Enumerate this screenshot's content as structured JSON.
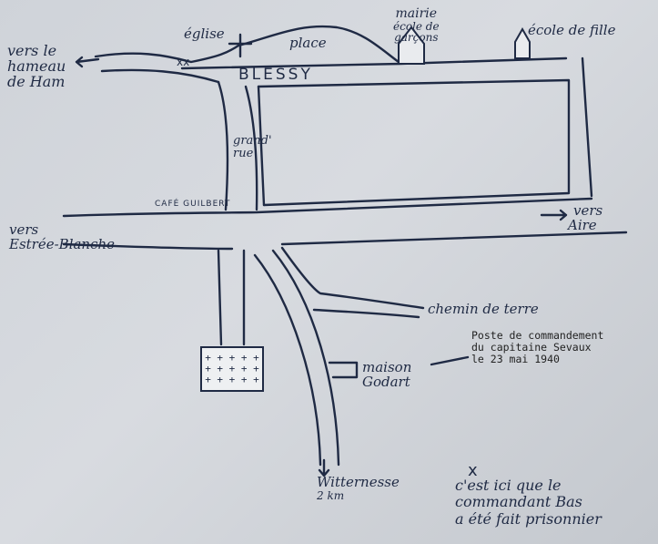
{
  "map": {
    "village": "BLESSY",
    "church": "église",
    "square": "place",
    "town_hall": [
      "mairie",
      "école de",
      "garçons"
    ],
    "girls_school": "école de fille",
    "to_hamlet": [
      "vers le",
      "hameau",
      "de Ham"
    ],
    "main_street": [
      "grand'",
      "rue"
    ],
    "cafe": "CAFÉ GUILBERT",
    "to_estree": [
      "vers",
      "Estrée-Blanche"
    ],
    "to_aire": [
      "vers",
      "Aire"
    ],
    "dirt_road": "chemin de terre",
    "command_post": [
      "Poste de commandement",
      "du capitaine Sevaux",
      "le 23 mai 1940"
    ],
    "house": [
      "maison",
      "Godart"
    ],
    "witternesse": [
      "Witternesse",
      "2 km"
    ],
    "capture_note": [
      "c'est ici que le",
      "commandant Bas",
      "a été fait prisonnier"
    ],
    "marks": {
      "cross": "x",
      "double_cross": "xx",
      "church_cross": "+"
    },
    "cemetery_graves": "+ + + + +\n+ + + + +\n+ + + + +",
    "ink_color": "#1f2a44",
    "paper_color": "#d3d6db"
  }
}
